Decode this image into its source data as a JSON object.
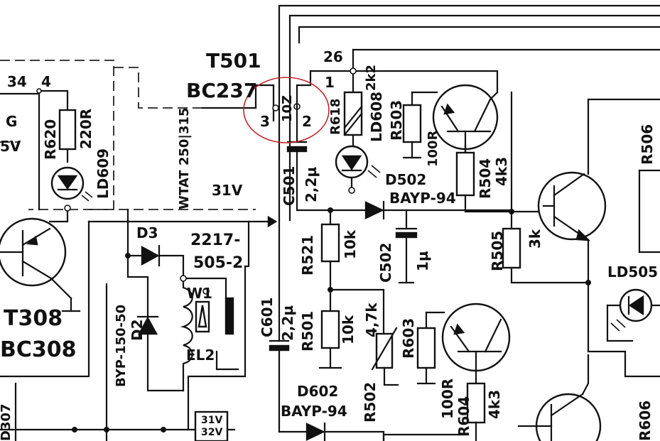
{
  "labels": {
    "t501": "T501",
    "bc237": "BC237",
    "pin26": "26",
    "pin1": "1",
    "pin3": "3",
    "pin2": "2",
    "pin34": "34",
    "pin4": "4",
    "g": "G",
    "sv": "5V",
    "r620": "R620",
    "r620v": "220R",
    "ld609": "LD609",
    "wtat": "WTAT 250|315",
    "v31": "31V",
    "r618": "R618",
    "r618v": "2k2",
    "ld608": "LD608",
    "r503": "R503",
    "r503v": "100R",
    "r504": "R504",
    "r504v": "4k3",
    "d502": "D502",
    "bayp94a": "BAYP-94",
    "c501": "C501",
    "c501v": "2,2µ",
    "r521": "R521",
    "r521v": "10k",
    "c502": "C502",
    "c502v": "1µ",
    "r505": "R505",
    "r505v": "3k",
    "ld505": "LD505",
    "r506": "R506",
    "r606": "R606",
    "d3": "D3",
    "d2": "D2",
    "relay": "2217-\n505-2",
    "relay1": "2217-",
    "relay2": "505-2",
    "w1": "W1",
    "el2": "EL2",
    "byp": "BYP-150-50",
    "t308": "T308",
    "bc308": "BC308",
    "c601": "C601",
    "c601v": "2,2µ",
    "r501": "R501",
    "r501v": "10k",
    "r502": "R502",
    "r502v": "4,7k",
    "r603": "R603",
    "r603v": "100R",
    "r604": "R604",
    "r604v": "4k3",
    "d602": "D602",
    "bayp94b": "BAYP-94",
    "v31b": "31V",
    "v32b": "32V",
    "d307": "D307"
  },
  "colors": {
    "ink": "#111111",
    "paper": "#ffffff",
    "highlight_ring": "#c0242b"
  }
}
